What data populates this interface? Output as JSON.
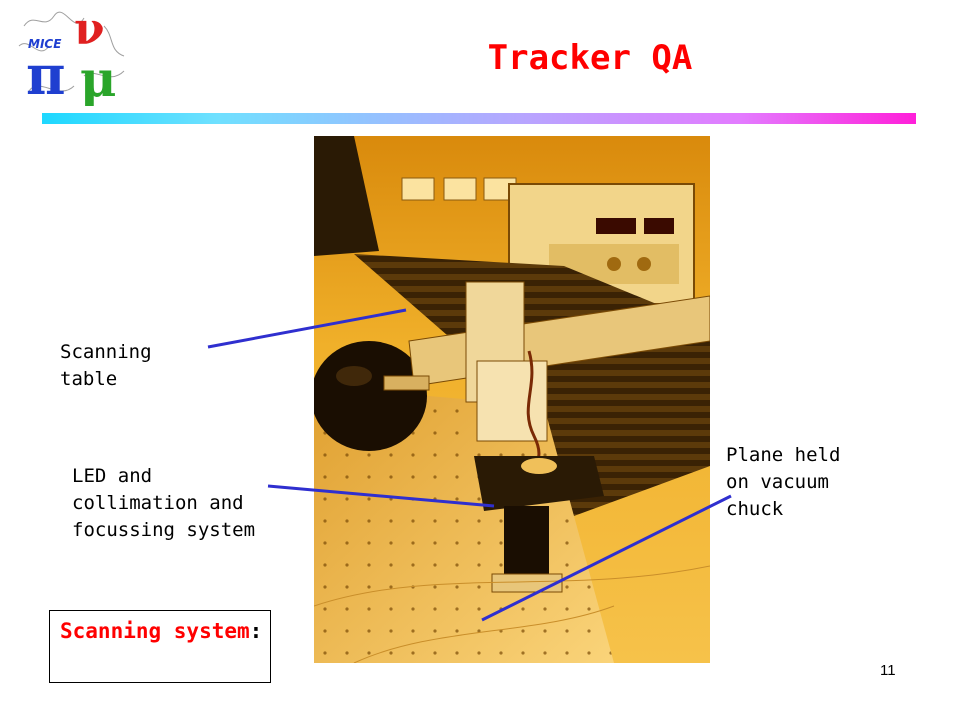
{
  "slide": {
    "title": "Tracker QA",
    "page_number": "11"
  },
  "logo": {
    "text": "MICE",
    "pi": "π",
    "nu": "ν",
    "mu": "μ"
  },
  "labels": {
    "scanning_table": [
      "Scanning",
      "table"
    ],
    "led_system": [
      "LED and",
      "collimation and",
      "focussing system"
    ],
    "plane": [
      "Plane held",
      "on vacuum",
      "chuck"
    ]
  },
  "caption_box": {
    "text": "Scanning system",
    "suffix": ":"
  },
  "colors": {
    "title": "#ff0000",
    "callout_line": "#2f2fcf",
    "photo_tint": "#f2a21a"
  }
}
